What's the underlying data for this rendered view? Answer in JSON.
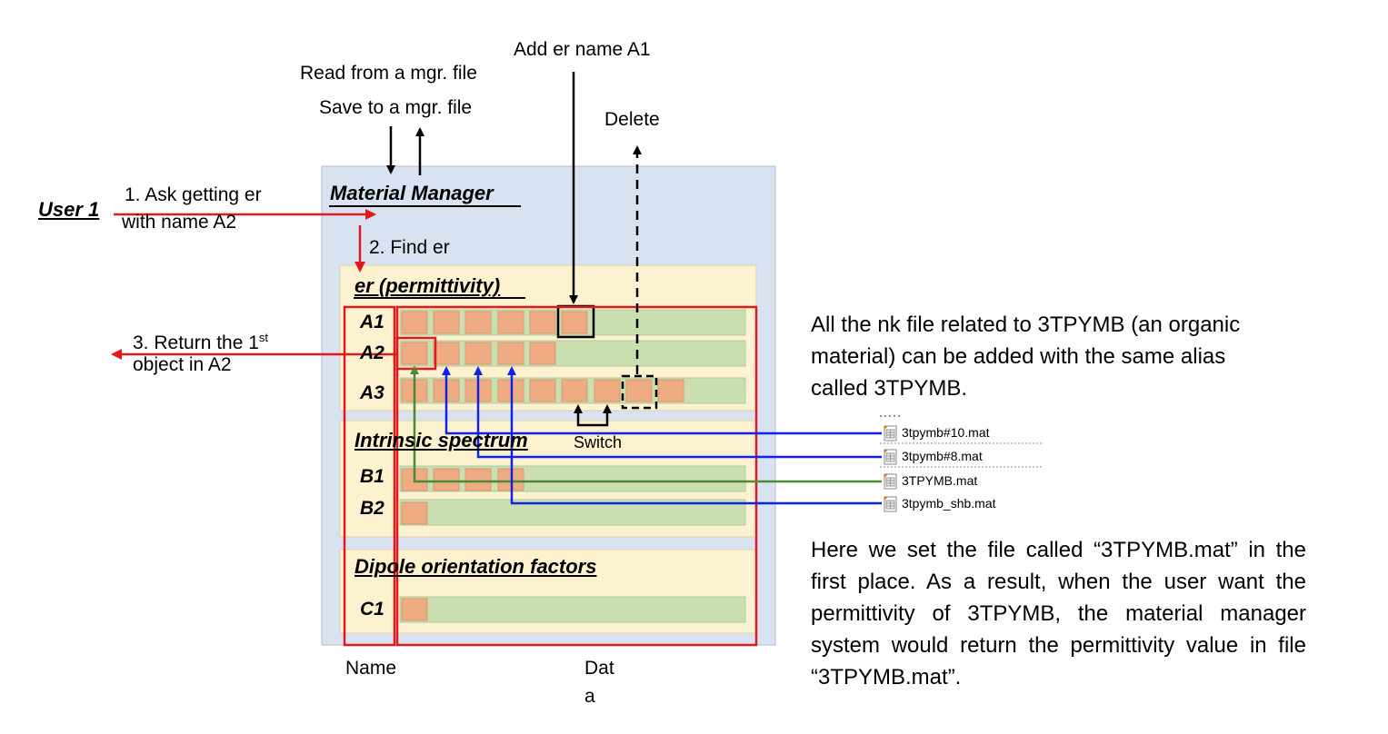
{
  "manager": {
    "title": "Material Manager",
    "read_label": "Read from a mgr. file",
    "save_label": "Save to a mgr. file",
    "add_label": "Add er name A1",
    "delete_label": "Delete"
  },
  "user": {
    "name": "User 1",
    "step1_line1": "1. Ask getting er",
    "step1_line2": "with name A2",
    "step2": "2. Find er",
    "step3_line1": "3. Return the 1",
    "step3_sup": "st",
    "step3_line2": "object in A2"
  },
  "sections": [
    {
      "title": "er (permittivity)",
      "rows": [
        {
          "name": "A1",
          "blocks": 6
        },
        {
          "name": "A2",
          "blocks": 5
        },
        {
          "name": "A3",
          "blocks": 9
        }
      ]
    },
    {
      "title": "Intrinsic spectrum",
      "rows": [
        {
          "name": "B1",
          "blocks": 4
        },
        {
          "name": "B2",
          "blocks": 1
        }
      ]
    },
    {
      "title": "Dipole orientation factors",
      "rows": [
        {
          "name": "C1",
          "blocks": 1
        }
      ]
    }
  ],
  "switch_label": "Switch",
  "column_labels": {
    "name": "Name",
    "data_line1": "Dat",
    "data_line2": "a"
  },
  "files": [
    "3tpymb#10.mat",
    "3tpymb#8.mat",
    "3TPYMB.mat",
    "3tpymb_shb.mat"
  ],
  "notes": {
    "top": "All the nk file related to 3TPYMB (an organic material) can be added with the same alias called 3TPYMB.",
    "bottom": "Here we set the file called “3TPYMB.mat” in the first place. As a result, when the user want the permittivity of 3TPYMB, the material manager system would return the permittivity value in file “3TPYMB.mat”."
  },
  "colors": {
    "manager_bg": "#d9e2f1",
    "section_bg": "#fdf2d0",
    "row_bg": "#c9dfb0",
    "block": "#efab82",
    "red": "#e0191c",
    "blue": "#1022e6",
    "green": "#4e8a34"
  }
}
